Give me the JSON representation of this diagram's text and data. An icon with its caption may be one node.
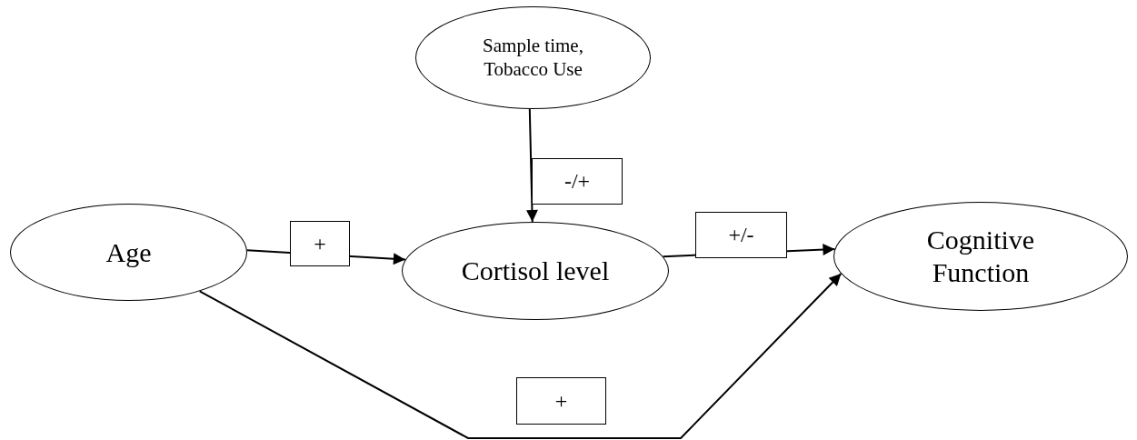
{
  "diagram": {
    "nodes": [
      {
        "text": [
          "Sample time, Tobacco Use"
        ]
      },
      {
        "text": [
          "Age"
        ]
      },
      {
        "text": [
          "Cortisol level"
        ]
      },
      {
        "text": [
          "Cognitive Function"
        ]
      }
    ],
    "edges": [
      {
        "from": 0,
        "to": 2,
        "arrow": "to",
        "label": "-/+"
      },
      {
        "from": 1,
        "to": 2,
        "arrow": "to",
        "label": "+"
      },
      {
        "from": 2,
        "to": 3,
        "arrow": "to",
        "label": "+/-"
      },
      {
        "from": 1,
        "to": 3,
        "arrow": "to",
        "label": "+"
      }
    ]
  }
}
